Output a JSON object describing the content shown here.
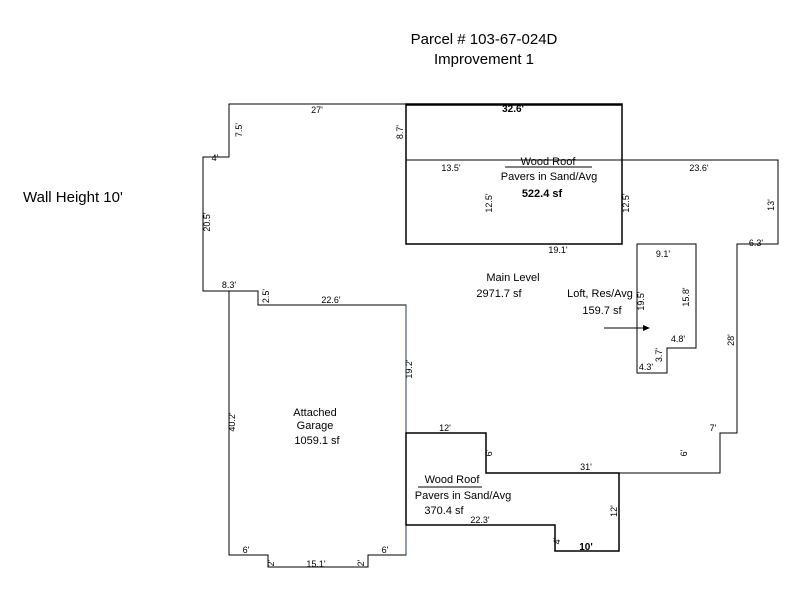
{
  "header": {
    "parcel": "Parcel # 103-67-024D",
    "improvement": "Improvement 1"
  },
  "wall_height": "Wall Height 10'",
  "areas": {
    "main": {
      "name": "Main Level",
      "area": "2971.7 sf"
    },
    "patio_top": {
      "name": "Wood Roof",
      "detail": "Pavers in Sand/Avg",
      "area": "522.4 sf"
    },
    "loft": {
      "name": "Loft, Res/Avg",
      "area": "159.7 sf"
    },
    "garage": {
      "name1": "Attached",
      "name2": "Garage",
      "area": "1059.1 sf"
    },
    "patio_bottom": {
      "name": "Wood Roof",
      "detail": "Pavers in Sand/Avg",
      "area": "370.4 sf"
    }
  },
  "dimensions": {
    "top_left": "27'",
    "top_patio": "32.6'",
    "left_7_5": "7.5'",
    "left_4": "4'",
    "left_20_5": "20.5'",
    "patio_8_7": "8.7'",
    "patio_13_5": "13.5'",
    "patio_left_12_5": "12.5'",
    "patio_right_12_5": "12.5'",
    "patio_19_1": "19.1'",
    "right_23_6": "23.6'",
    "right_13": "13'",
    "right_6_3": "6.3'",
    "right_28": "28'",
    "right_7": "7'",
    "right_6": "6'",
    "mid_31": "31'",
    "mid_6": "6'",
    "mid_12": "12'",
    "garage_8_3": "8.3'",
    "garage_2_5": "2.5'",
    "garage_22_6": "22.6'",
    "garage_19_2": "19.2'",
    "garage_40_2": "40.2'",
    "garage_6_left": "6'",
    "garage_6_right": "6'",
    "garage_2_left": "2'",
    "garage_2_right": "2'",
    "garage_15_1": "15.1'",
    "lower_22_3": "22.3'",
    "lower_4": "4'",
    "lower_10": "10'",
    "lower_12": "12'",
    "loft_9_1": "9.1'",
    "loft_19_5": "19.5'",
    "loft_15_8": "15.8'",
    "loft_4_8": "4.8'",
    "loft_3_7": "3.7'",
    "loft_4_3": "4.3'"
  }
}
